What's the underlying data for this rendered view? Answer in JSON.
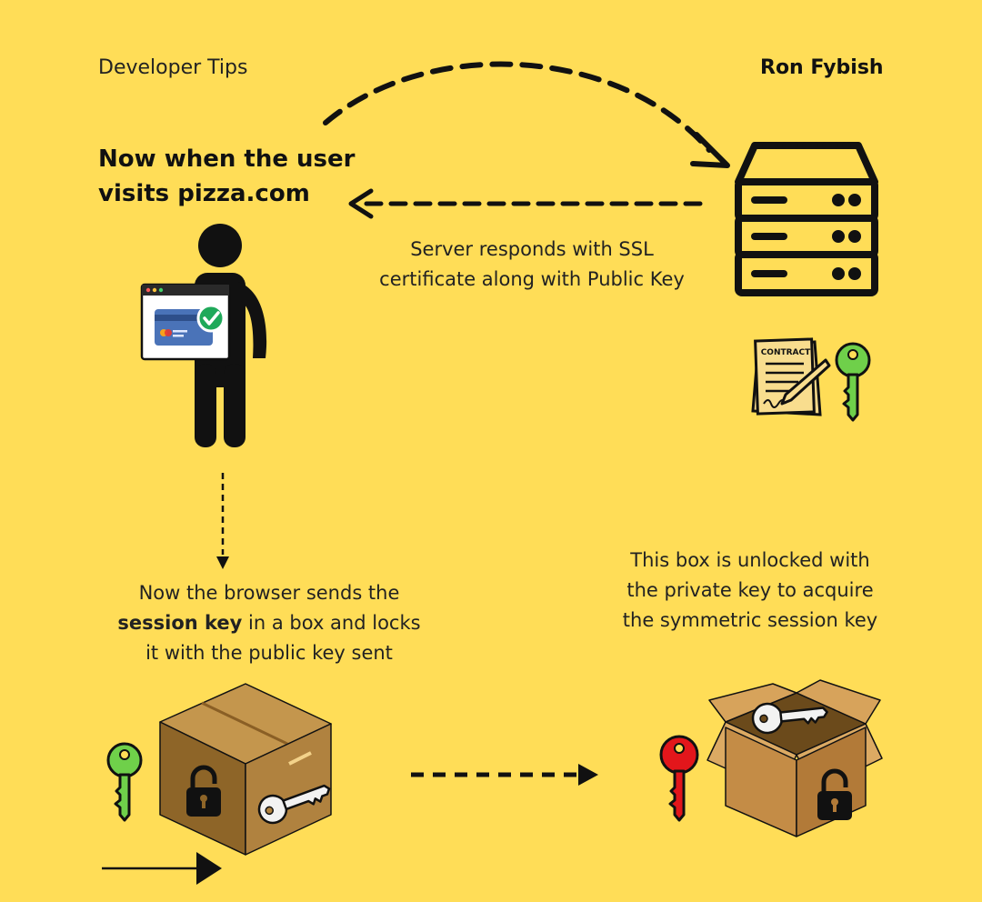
{
  "header": {
    "brand": "Developer Tips",
    "author": "Ron Fybish"
  },
  "heading": {
    "line1": "Now when the user",
    "line2": "visits pizza.com"
  },
  "server_caption": {
    "line1": "Server responds with SSL",
    "line2": "certificate along with Public Key"
  },
  "browser_caption": {
    "line1": "Now the browser sends the",
    "line2_bold": "session key",
    "line2_rest": " in a box and locks",
    "line3": "it with the public key sent"
  },
  "unlock_caption": {
    "line1": "This box is unlocked with",
    "line2": "the private key to acquire",
    "line3": "the symmetric session key"
  },
  "contract_label": "CONTRACT",
  "colors": {
    "background": "#ffdd57",
    "public_key": "#6fd04a",
    "private_key": "#e3161b",
    "session_key": "#f2f2f2",
    "box": "#b0823f",
    "card": "#4a73b8",
    "check": "#1fa95a"
  }
}
